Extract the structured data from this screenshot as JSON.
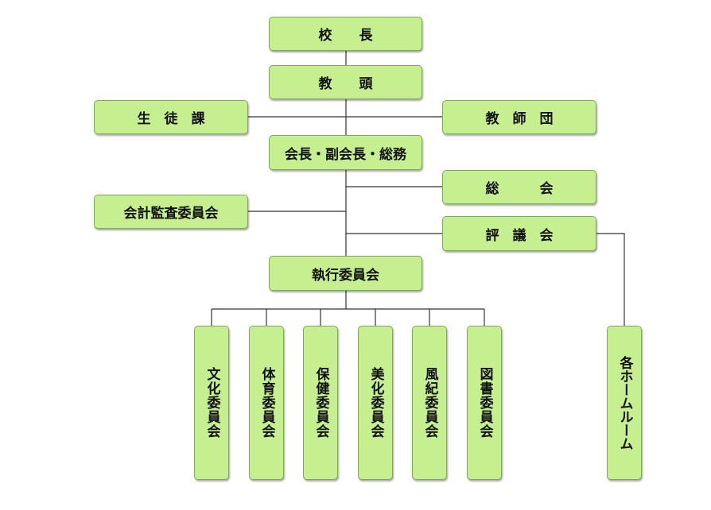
{
  "org_chart": {
    "principal": "校　　長",
    "vice_principal": "教　　頭",
    "student_affairs": "生　徒　課",
    "faculty": "教　師　団",
    "officers": "会長・副会長・総務",
    "general_assembly": "総　　　会",
    "audit_committee": "会計監査委員会",
    "council": "評　議　会",
    "executive_committee": "執行委員会",
    "committees": [
      "文化委員会",
      "体育委員会",
      "保健委員会",
      "美化委員会",
      "風紀委員会",
      "図書委員会"
    ],
    "homerooms": "各ホームルーム"
  },
  "colors": {
    "box_fill": "#c6f08f",
    "box_border": "#7faa56",
    "line": "#333333"
  }
}
